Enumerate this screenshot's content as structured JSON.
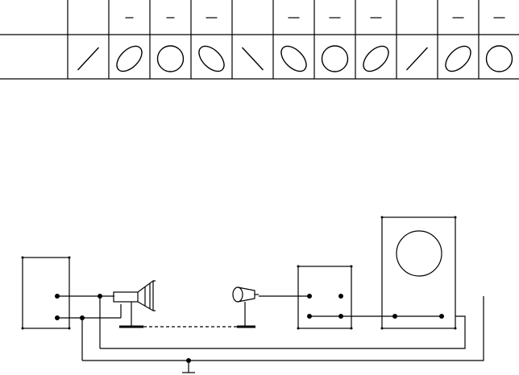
{
  "figure": {
    "table": {
      "columns": 11,
      "overbar_marks": [
        false,
        true,
        true,
        true,
        false,
        true,
        true,
        true,
        false,
        true,
        true
      ],
      "figures": [
        "line-rising",
        "ellipse-rising",
        "circle",
        "ellipse-falling",
        "line-falling",
        "ellipse-falling",
        "circle",
        "ellipse-rising",
        "line-rising",
        "ellipse-rising",
        "circle"
      ]
    },
    "diagram": {
      "components": [
        "signal-generator",
        "speaker",
        "microphone",
        "amplifier",
        "oscilloscope",
        "ground"
      ]
    }
  }
}
